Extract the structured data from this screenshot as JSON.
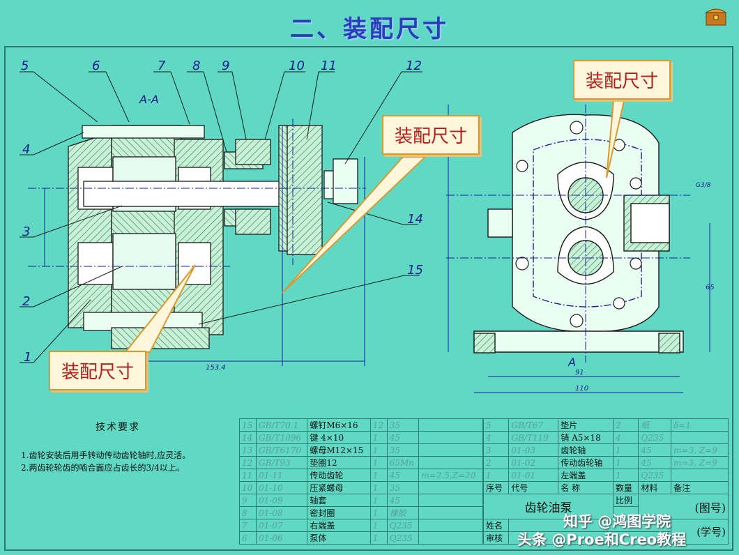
{
  "title": "二、装配尺寸",
  "section_label": "A-A",
  "view_label": "A",
  "part_numbers": [
    "5",
    "6",
    "7",
    "8",
    "9",
    "10",
    "11",
    "12",
    "4",
    "3",
    "2",
    "1",
    "14",
    "15"
  ],
  "dimensions": {
    "d1": "153.4",
    "d2": "91",
    "d3": "110",
    "d4": "65",
    "d5": "G3/8"
  },
  "callouts": {
    "c1": "装配尺寸",
    "c2": "装配尺寸",
    "c3": "装配尺寸"
  },
  "tech_req": {
    "heading": "技术要求",
    "line1": "1.齿轮安装后用手转动传动齿轮轴时,应灵活。",
    "line2": "2.两齿轮轮齿的啮合面应占齿长的3/4以上。"
  },
  "bom_left": [
    [
      "15",
      "GB/T70.1",
      "螺钉M6×16",
      "12",
      "35",
      ""
    ],
    [
      "14",
      "GB/T1096",
      "键  4×10",
      "1",
      "45",
      ""
    ],
    [
      "13",
      "GB/T6170",
      "螺母M12×15",
      "1",
      "35",
      ""
    ],
    [
      "12",
      "GB/T93",
      "垫圈12",
      "1",
      "65Mn",
      ""
    ],
    [
      "11",
      "01-11",
      "传动齿轮",
      "1",
      "45",
      "m=2.5,Z=20"
    ],
    [
      "10",
      "01-10",
      "压紧螺母",
      "1",
      "35",
      ""
    ],
    [
      "9",
      "01-09",
      "轴套",
      "1",
      "45",
      ""
    ],
    [
      "8",
      "01-08",
      "密封圈",
      "1",
      "橡胶",
      ""
    ],
    [
      "7",
      "01-07",
      "右端盖",
      "1",
      "Q235",
      ""
    ],
    [
      "6",
      "01-06",
      "泵体",
      "1",
      "Q235",
      ""
    ]
  ],
  "bom_right": [
    [
      "5",
      "GB/T67",
      "垫片",
      "2",
      "纸",
      "δ=1"
    ],
    [
      "4",
      "GB/T119",
      "销  A5×18",
      "4",
      "Q235",
      ""
    ],
    [
      "3",
      "01-03",
      "齿轮轴",
      "1",
      "45",
      "m=3, Z=9"
    ],
    [
      "2",
      "01-02",
      "传动齿轮轴",
      "1",
      "45",
      "m=3, Z=9"
    ],
    [
      "1",
      "01-01",
      "左端盖",
      "1",
      "Q235",
      ""
    ]
  ],
  "bom_header": [
    "序号",
    "代号",
    "名  称",
    "数量",
    "材料",
    "备注"
  ],
  "title_block": {
    "product": "齿轮油泵",
    "ratio_label": "比例",
    "drawing_no": "(图号)",
    "name_label": "姓名",
    "check_label": "审核",
    "school": "(学号)"
  },
  "watermark": {
    "w1": "知乎 @鸿图学院",
    "w2": "头条 @Proe和Creo教程"
  },
  "colors": {
    "bg": "#5fd9c4",
    "title": "#2a3dbb",
    "callout_text": "#b0201a",
    "line": "#1a1a8a",
    "hatch": "#1e7a4a"
  }
}
